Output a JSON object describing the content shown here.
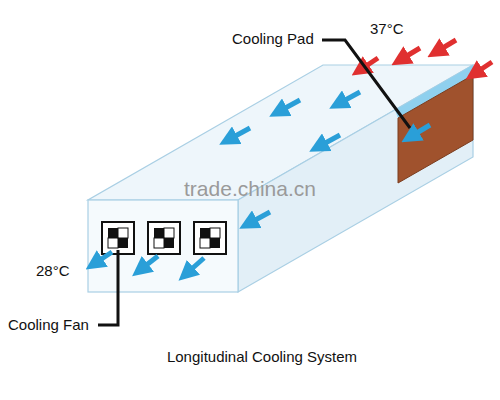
{
  "diagram": {
    "caption": "Longitudinal Cooling System",
    "labels": [
      "Cooling Pad",
      "37°C",
      "28°C",
      "Cooling Fan",
      "trade.china.cn"
    ]
  }
}
